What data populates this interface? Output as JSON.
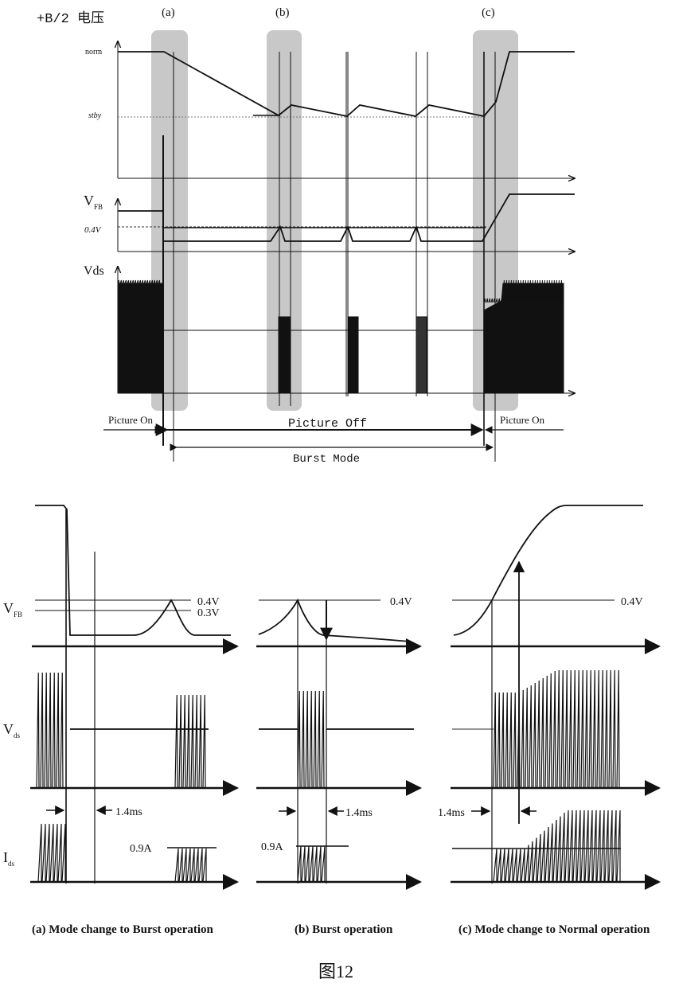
{
  "top": {
    "title": "+B/2 电压",
    "markers": [
      "(a)",
      "(b)",
      "(c)"
    ],
    "y_norm": "norm",
    "y_stby": "stby",
    "vfb": "V",
    "vfb_sub": "FB",
    "vfb_level": "0.4V",
    "vds": "Vds",
    "picture_on_left": "Picture On",
    "picture_off": "Picture Off",
    "picture_on_right": "Picture On",
    "burst_mode": "Burst Mode"
  },
  "bottom": {
    "vfb": "V",
    "vfb_sub": "FB",
    "vds": "V",
    "vds_sub": "ds",
    "ids": "I",
    "ids_sub": "ds",
    "a": {
      "level_04": "0.4V",
      "level_03": "0.3V",
      "time": "1.4ms",
      "current": "0.9A",
      "caption": "(a) Mode change to Burst operation"
    },
    "b": {
      "level_04": "0.4V",
      "time": "1.4ms",
      "current": "0.9A",
      "caption": "(b) Burst operation"
    },
    "c": {
      "level_04": "0.4V",
      "time": "1.4ms",
      "caption": "(c) Mode change to Normal operation"
    }
  },
  "figure_label": "图12"
}
